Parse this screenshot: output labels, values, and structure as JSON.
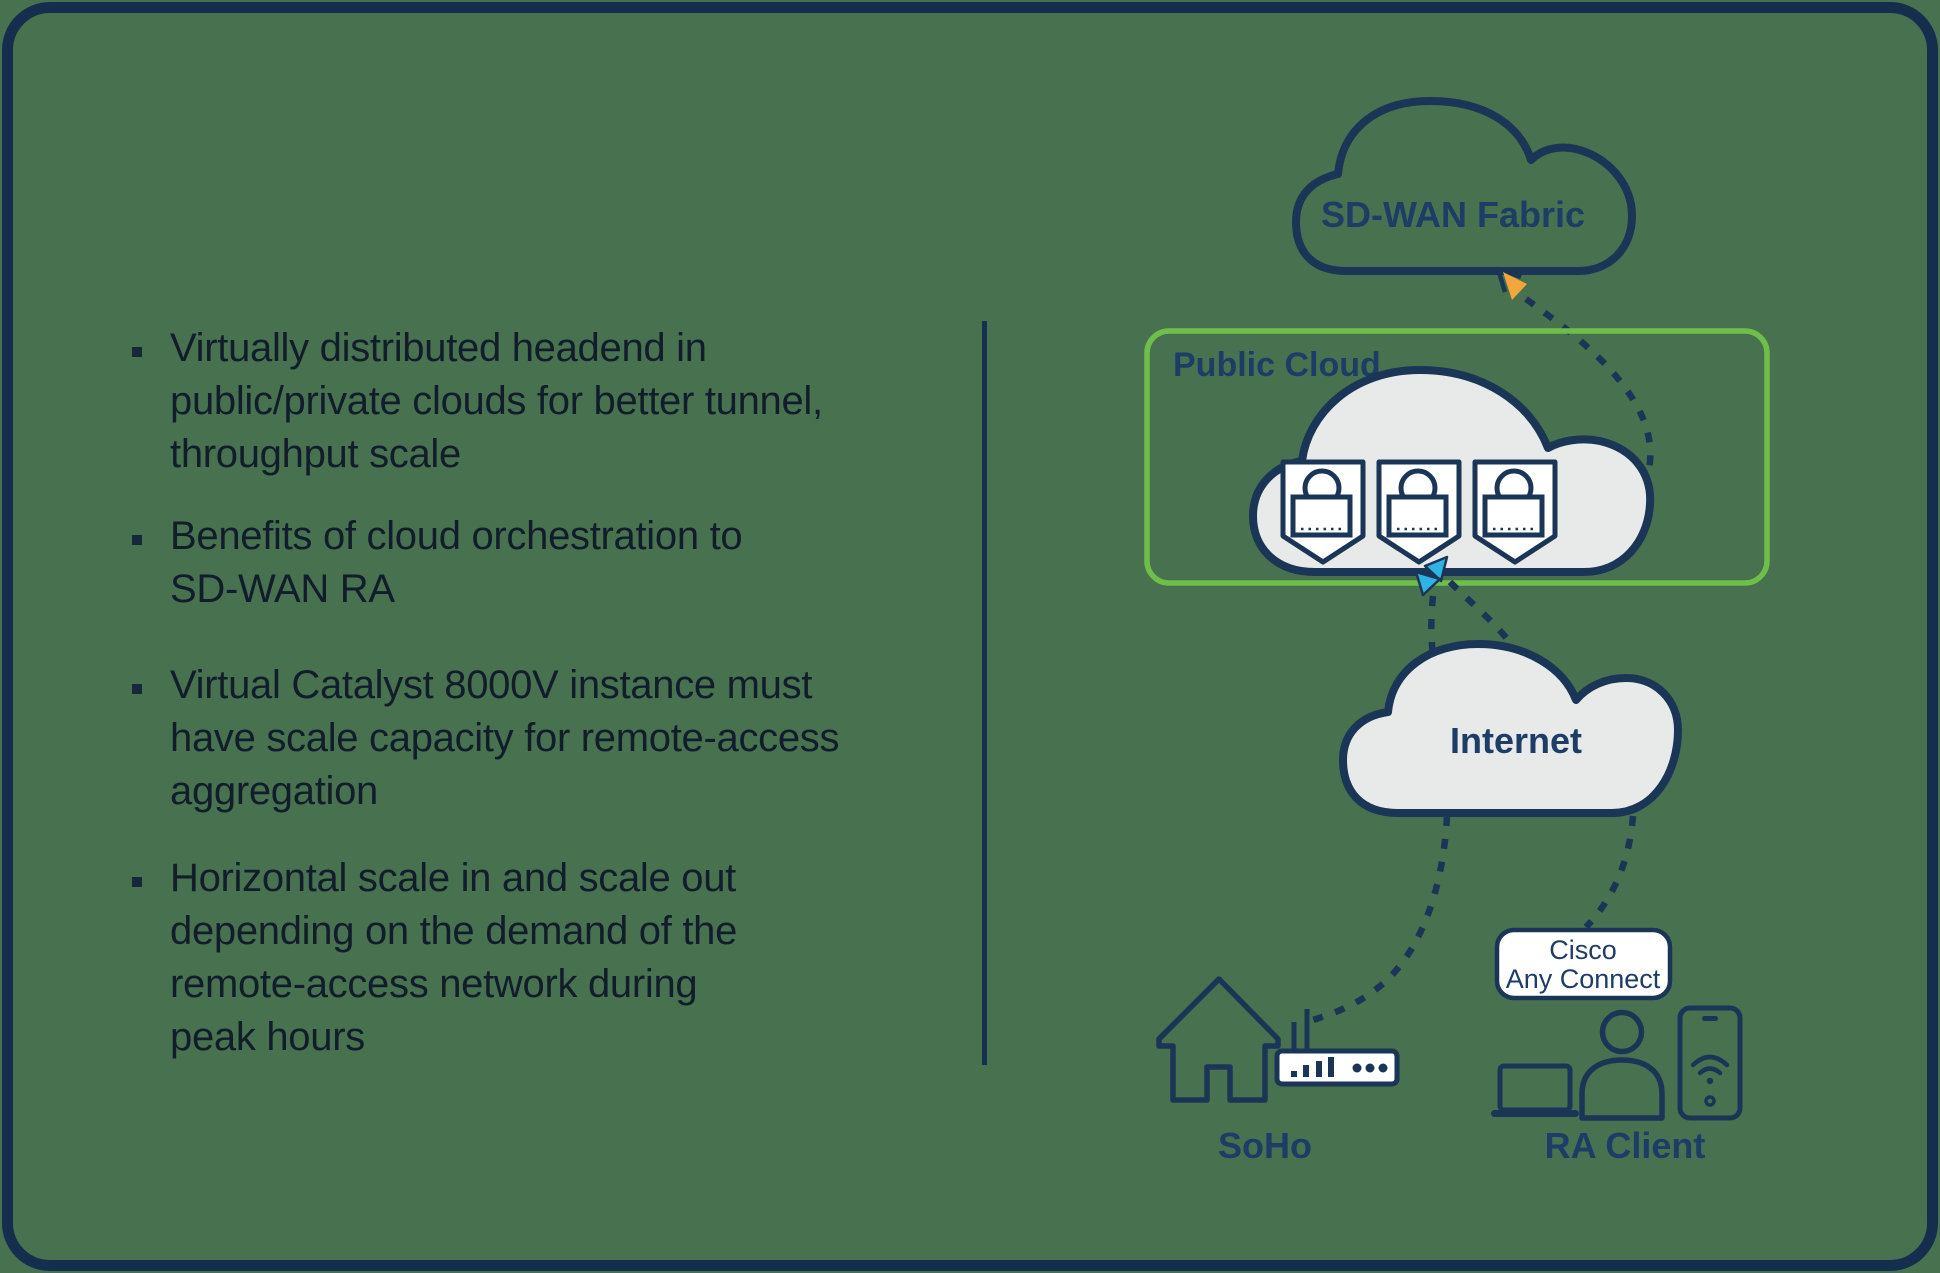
{
  "colors": {
    "background_green": "#487150",
    "card_border_navy": "#152e4d",
    "line_navy": "#1b3557",
    "label_navy": "#1d3d66",
    "bullet_text": "#121d2b",
    "box_green": "#6fbe4a",
    "cloud_fill_gray": "#e8e9e9",
    "arrow_cyan": "#2db3e4",
    "arrow_orange": "#f4a63a",
    "white": "#ffffff"
  },
  "bullets": {
    "items": [
      {
        "text": "Virtually distributed headend in\npublic/private clouds for better tunnel,\nthroughput scale"
      },
      {
        "text": "Benefits of cloud orchestration to\nSD-WAN RA"
      },
      {
        "text": "Virtual Catalyst 8000V instance must\nhave scale capacity for remote-access\naggregation"
      },
      {
        "text": "Horizontal scale in and scale out\ndepending on the demand of the\nremote-access network during\npeak hours"
      }
    ]
  },
  "diagram": {
    "sdwan_fabric": {
      "label": "SD-WAN Fabric"
    },
    "public_cloud": {
      "label": "Public Cloud"
    },
    "internet": {
      "label": "Internet"
    },
    "anyconnect": {
      "line1": "Cisco",
      "line2": "Any Connect"
    },
    "soho": {
      "label": "SoHo"
    },
    "ra_client": {
      "label": "RA Client"
    }
  }
}
